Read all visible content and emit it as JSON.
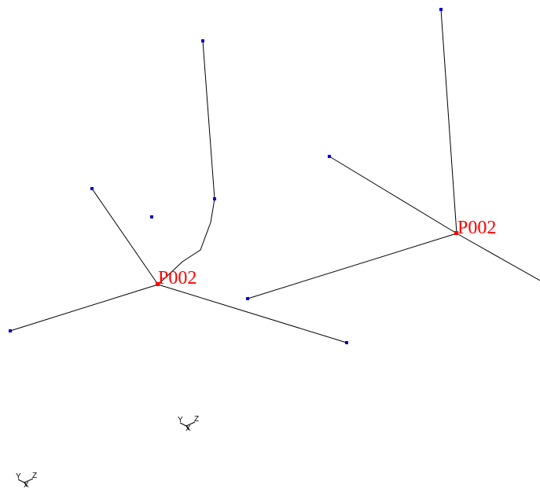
{
  "colors": {
    "background": "#ffffff",
    "line": "#000000",
    "endpoint": "#0000cc",
    "node": "#ff0000",
    "label": "#ff0000"
  },
  "nodes": [
    {
      "label": "P002"
    },
    {
      "label": "P002"
    }
  ],
  "axis_triads": [
    {
      "y": "Y",
      "x": "X",
      "z": "Z"
    },
    {
      "y": "Y",
      "x": "X",
      "z": "Z"
    }
  ]
}
